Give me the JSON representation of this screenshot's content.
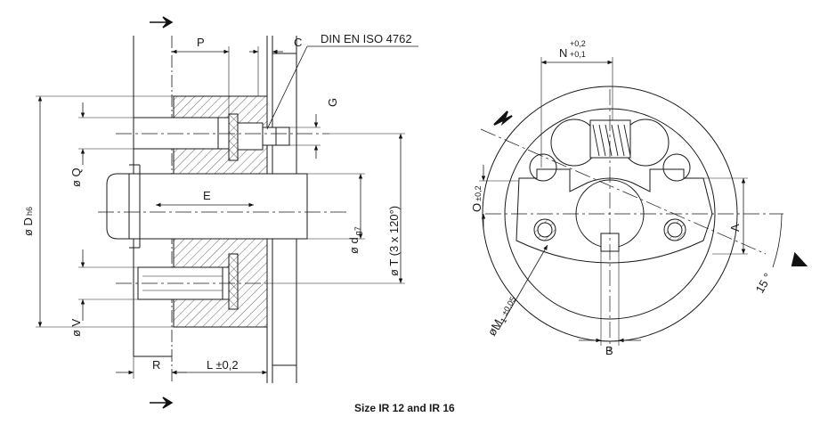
{
  "drawing": {
    "caption": "Size IR 12 and IR 16",
    "standard_ref": "DIN EN ISO 4762",
    "left_view": {
      "labels": {
        "P": "P",
        "C": "C",
        "G": "G",
        "E": "E",
        "R": "R",
        "L": "L ±0,2",
        "D_sym": "ø D",
        "D_tol": "h6",
        "Q": "ø Q",
        "V": "ø V",
        "d_sym": "ø d",
        "d_tol": "g7",
        "T": "ø T (3 x 120°)"
      }
    },
    "right_view": {
      "labels": {
        "N_sym": "N",
        "N_up": "+0,2",
        "N_low": "+0,1",
        "O_sym": "O",
        "O_tol": "±0,2",
        "A": "A",
        "B": "B",
        "M1_sym": "øM",
        "M1_sub": "1",
        "M1_tol": "±0,05",
        "angle": "15 °"
      }
    }
  }
}
